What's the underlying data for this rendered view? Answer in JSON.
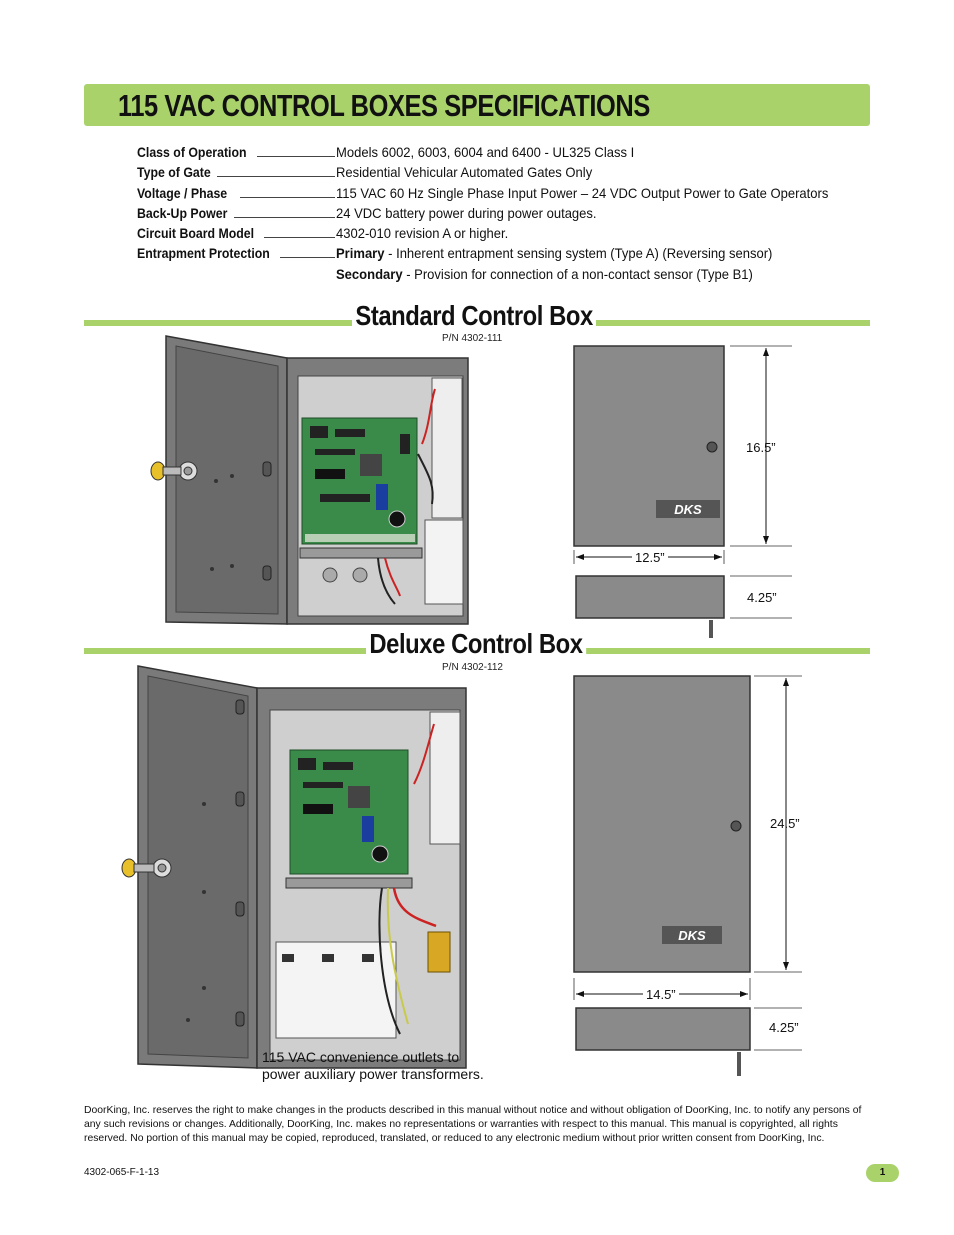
{
  "title": "115 VAC CONTROL BOXES SPECIFICATIONS",
  "specs": [
    {
      "label": "Class of Operation",
      "value": "Models 6002, 6003, 6004 and 6400 - UL325 Class I"
    },
    {
      "label": "Type of Gate",
      "value": "Residential Vehicular Automated Gates Only"
    },
    {
      "label": "Voltage / Phase",
      "value": "115 VAC 60 Hz Single Phase Input Power – 24 VDC Output Power to Gate Operators"
    },
    {
      "label": "Back-Up Power",
      "value": "24 VDC battery power during power outages."
    },
    {
      "label": "Circuit Board Model",
      "value": "4302-010 revision A or higher."
    },
    {
      "label": "Entrapment Protection",
      "primary_label": "Primary",
      "primary_value": " - Inherent entrapment sensing system (Type A) (Reversing sensor)",
      "secondary_label": "Secondary",
      "secondary_value": " - Provision for connection of a non-contact sensor (Type B1)"
    }
  ],
  "standard": {
    "title": "Standard Control Box",
    "part_number": "P/N 4302-111",
    "height": "16.5”",
    "width": "12.5”",
    "depth": "4.25”",
    "logo": "DKS"
  },
  "deluxe": {
    "title": "Deluxe Control Box",
    "part_number": "P/N 4302-112",
    "height": "24.5”",
    "width": "14.5”",
    "depth": "4.25”",
    "logo": "DKS",
    "caption_line1": "115 VAC convenience outlets to",
    "caption_line2": "power auxiliary power transformers."
  },
  "footer": {
    "disclaimer": "DoorKing, Inc. reserves the right to make changes in the products described in this manual without notice and without obligation of DoorKing, Inc. to notify any persons of any such revisions or changes. Additionally, DoorKing, Inc. makes no representations or warranties with respect to this manual. This manual is copyrighted, all rights reserved. No portion of this manual may be copied, reproduced, translated, or reduced to any electronic medium without prior written consent from DoorKing, Inc.",
    "doc_number": "4302-065-F-1-13",
    "page_number": "1"
  },
  "colors": {
    "accent": "#a9d26a",
    "box_gray": "#6f6f6f",
    "board_green": "#3a8a4a"
  }
}
